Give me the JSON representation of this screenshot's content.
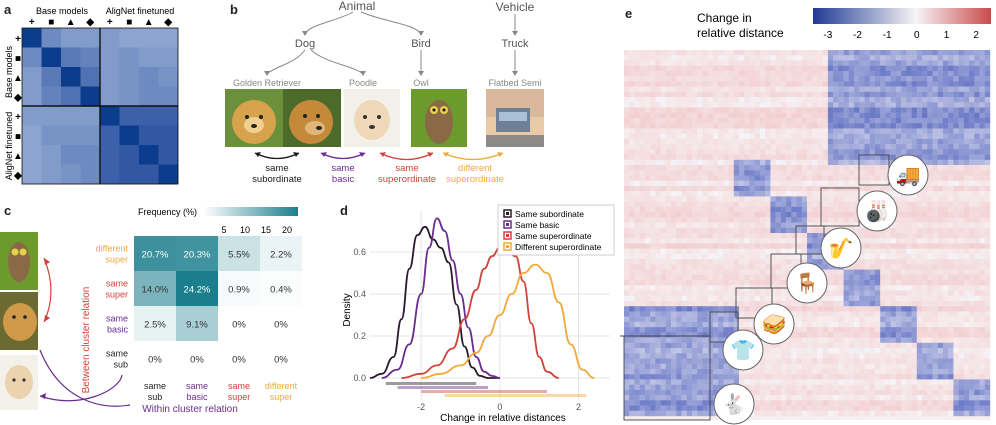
{
  "panels": {
    "a": "a",
    "b": "b",
    "c": "c",
    "d": "d",
    "e": "e"
  },
  "panel_a": {
    "col_header_left": "Base models",
    "col_header_right": "AligNet finetuned",
    "row_header_top": "Base models",
    "row_header_bottom": "AligNet finetuned",
    "symbols": [
      "+",
      "■",
      "▲",
      "◆"
    ],
    "matrix": [
      [
        1.0,
        0.55,
        0.45,
        0.45,
        0.45,
        0.4,
        0.4,
        0.4
      ],
      [
        0.55,
        1.0,
        0.65,
        0.6,
        0.45,
        0.5,
        0.45,
        0.45
      ],
      [
        0.45,
        0.65,
        1.0,
        0.7,
        0.45,
        0.5,
        0.55,
        0.5
      ],
      [
        0.45,
        0.6,
        0.7,
        1.0,
        0.45,
        0.5,
        0.55,
        0.55
      ],
      [
        0.45,
        0.45,
        0.45,
        0.45,
        1.0,
        0.8,
        0.8,
        0.8
      ],
      [
        0.4,
        0.5,
        0.5,
        0.5,
        0.8,
        1.0,
        0.85,
        0.85
      ],
      [
        0.4,
        0.45,
        0.55,
        0.55,
        0.8,
        0.85,
        1.0,
        0.85
      ],
      [
        0.4,
        0.45,
        0.5,
        0.55,
        0.8,
        0.85,
        0.85,
        1.0
      ]
    ]
  },
  "panel_b": {
    "animal": "Animal",
    "vehicle": "Vehicle",
    "dog": "Dog",
    "bird": "Bird",
    "truck": "Truck",
    "golden": "Golden Retriever",
    "poodle": "Poodle",
    "owl": "Owl",
    "flatbed": "Flatbed Semi",
    "rel1": [
      "same",
      "subordinate"
    ],
    "rel2": [
      "same",
      "basic"
    ],
    "rel3": [
      "same",
      "superordinate"
    ],
    "rel4": [
      "different",
      "superordinate"
    ],
    "colors": {
      "sub": "#1a1a1a",
      "basic": "#6a2c8f",
      "super": "#d0433a",
      "diff": "#f2a93b"
    }
  },
  "panel_c": {
    "frequency_label": "Frequency (%)",
    "scale_ticks": [
      "5",
      "10",
      "15",
      "20"
    ],
    "row_labels": [
      [
        "different",
        "super"
      ],
      [
        "same",
        "super"
      ],
      [
        "same",
        "basic"
      ],
      [
        "same",
        "sub"
      ]
    ],
    "col_labels": [
      [
        "same",
        "sub"
      ],
      [
        "same",
        "basic"
      ],
      [
        "same",
        "super"
      ],
      [
        "different",
        "super"
      ]
    ],
    "cells": [
      [
        "20.7%",
        "20.3%",
        "5.5%",
        "2.2%"
      ],
      [
        "14.0%",
        "24.2%",
        "0.9%",
        "0.4%"
      ],
      [
        "2.5%",
        "9.1%",
        "0%",
        "0%"
      ],
      [
        "0%",
        "0%",
        "0%",
        "0%"
      ]
    ],
    "cell_values": [
      [
        20.7,
        20.3,
        5.5,
        2.2
      ],
      [
        14.0,
        24.2,
        0.9,
        0.4
      ],
      [
        2.5,
        9.1,
        0,
        0
      ],
      [
        0,
        0,
        0,
        0
      ]
    ],
    "between_label": "Between cluster relation",
    "within_label": "Within cluster relation"
  },
  "chart_data": {
    "type": "line",
    "xlabel": "Change in relative distances",
    "ylabel": "Density",
    "xlim": [
      -3.3,
      2.8
    ],
    "ylim": [
      0,
      0.8
    ],
    "x_ticks": [
      "-2",
      "0",
      "2"
    ],
    "x_tick_values": [
      -2,
      0,
      2
    ],
    "y_ticks": [
      "0.0",
      "0.2",
      "0.4",
      "0.6"
    ],
    "y_tick_values": [
      0.0,
      0.2,
      0.4,
      0.6
    ],
    "series": [
      {
        "name": "Same subordinate",
        "color": "#2a1a2e",
        "x": [
          -3.3,
          -3.0,
          -2.7,
          -2.5,
          -2.3,
          -2.1,
          -1.9,
          -1.7,
          -1.5,
          -1.3,
          -1.1,
          -0.9,
          -0.7,
          -0.5,
          -0.3,
          0.0
        ],
        "y": [
          0.0,
          0.02,
          0.1,
          0.28,
          0.52,
          0.68,
          0.72,
          0.66,
          0.62,
          0.55,
          0.35,
          0.15,
          0.05,
          0.01,
          0.0,
          0.0
        ]
      },
      {
        "name": "Same basic",
        "color": "#6a2c8f",
        "x": [
          -3.0,
          -2.6,
          -2.3,
          -2.0,
          -1.8,
          -1.6,
          -1.4,
          -1.2,
          -1.0,
          -0.8,
          -0.6,
          -0.4,
          -0.2,
          0.0
        ],
        "y": [
          0.0,
          0.04,
          0.16,
          0.4,
          0.62,
          0.76,
          0.7,
          0.56,
          0.4,
          0.24,
          0.1,
          0.03,
          0.01,
          0.0
        ]
      },
      {
        "name": "Same superordinate",
        "color": "#d0433a",
        "x": [
          -2.5,
          -2.0,
          -1.6,
          -1.2,
          -0.9,
          -0.6,
          -0.4,
          -0.2,
          0.0,
          0.2,
          0.4,
          0.6,
          0.8,
          1.0,
          1.2,
          1.5
        ],
        "y": [
          0.0,
          0.02,
          0.06,
          0.14,
          0.28,
          0.42,
          0.52,
          0.58,
          0.62,
          0.6,
          0.58,
          0.46,
          0.26,
          0.1,
          0.03,
          0.0
        ]
      },
      {
        "name": "Different superordinate",
        "color": "#f2a93b",
        "x": [
          -2.0,
          -1.5,
          -1.0,
          -0.6,
          -0.3,
          0.0,
          0.3,
          0.6,
          0.9,
          1.2,
          1.5,
          1.8,
          2.1,
          2.4
        ],
        "y": [
          0.0,
          0.02,
          0.06,
          0.12,
          0.2,
          0.3,
          0.4,
          0.5,
          0.54,
          0.5,
          0.36,
          0.16,
          0.04,
          0.0
        ]
      }
    ],
    "legend_position": "top-right"
  },
  "panel_e": {
    "colorbar_title": [
      "Change in",
      "relative distance"
    ],
    "colorbar_ticks": [
      "-3",
      "-2",
      "-1",
      "0",
      "1",
      "2"
    ],
    "colorbar_tick_values": [
      -3,
      -2,
      -1,
      0,
      1,
      2
    ],
    "colorbar_range": [
      -3.5,
      2.5
    ],
    "icons": [
      "truck-icon",
      "bowling-icon",
      "saxophone-icon",
      "chair-icon",
      "sandwich-icon",
      "tshirt-icon",
      "rabbit-icon"
    ]
  }
}
